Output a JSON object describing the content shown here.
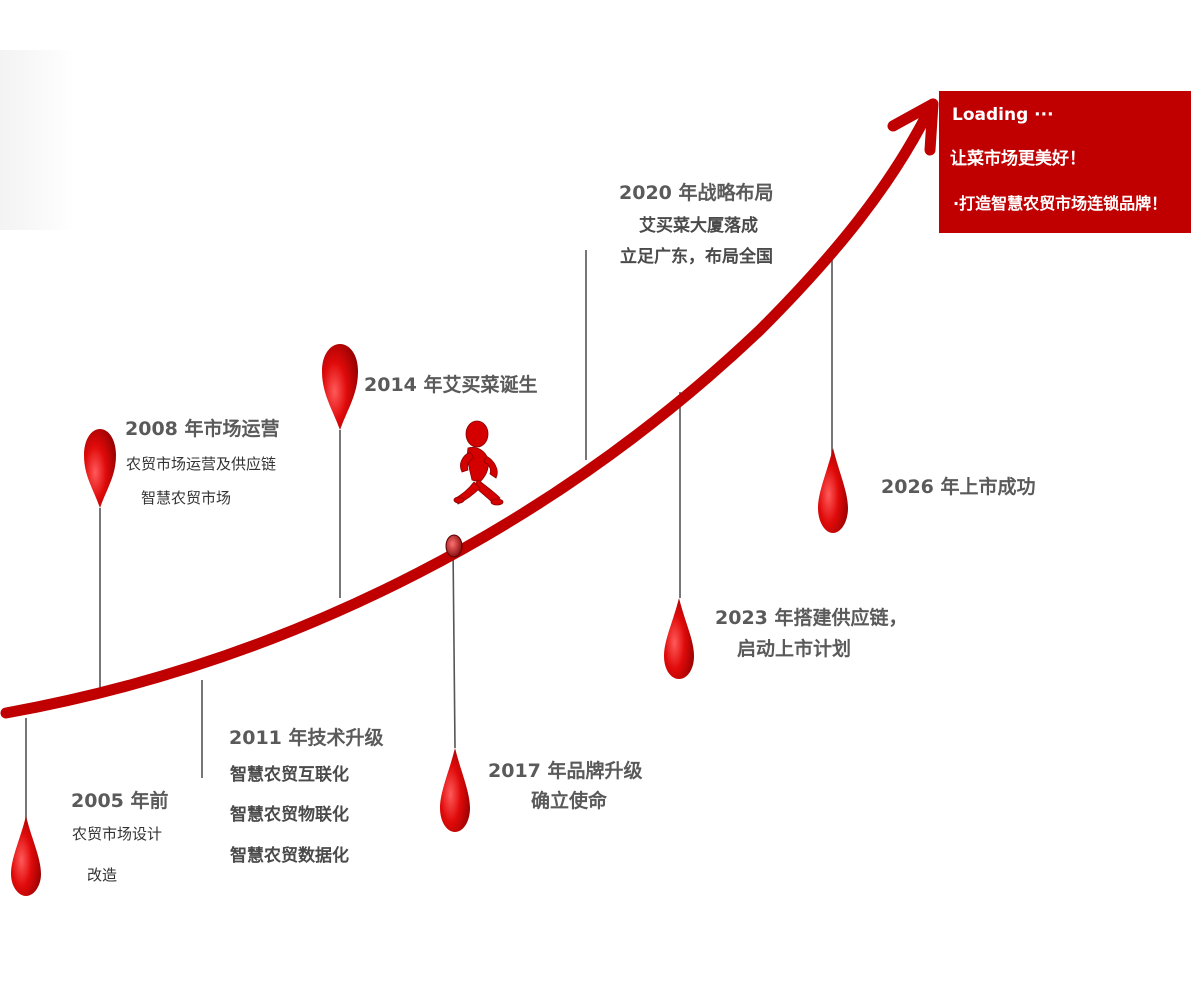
{
  "watermark_text": "",
  "colors": {
    "accent": "#c00000",
    "curve": "#c00000",
    "stem": "#555555",
    "text": "#5a5a5a"
  },
  "loading_box": {
    "line1": "Loading ···",
    "line2": "让菜市场更美好！",
    "line3": "·打造智慧农贸市场连锁品牌！"
  },
  "milestones": {
    "m2005": {
      "title": "2005 年前",
      "lines": [
        "农贸市场设计",
        "改造"
      ]
    },
    "m2008": {
      "title": "2008 年市场运营",
      "lines": [
        "农贸市场运营及供应链",
        "智慧农贸市场"
      ]
    },
    "m2011": {
      "title": "2011 年技术升级",
      "lines": [
        "智慧农贸互联化",
        "智慧农贸物联化",
        "智慧农贸数据化"
      ]
    },
    "m2014": {
      "title": "2014 年艾买菜诞生",
      "lines": []
    },
    "m2017": {
      "title": "2017 年品牌升级",
      "lines": [
        "确立使命"
      ]
    },
    "m2020": {
      "title": "2020 年战略布局",
      "lines": [
        "艾买菜大厦落成",
        "立足广东，布局全国"
      ]
    },
    "m2023": {
      "title": "2023 年搭建供应链，",
      "lines": [
        "启动上市计划"
      ]
    },
    "m2026": {
      "title": "2026 年上市成功",
      "lines": []
    }
  },
  "icons": [
    "drop-pin-icon",
    "running-man-icon",
    "arrow-head-icon"
  ]
}
